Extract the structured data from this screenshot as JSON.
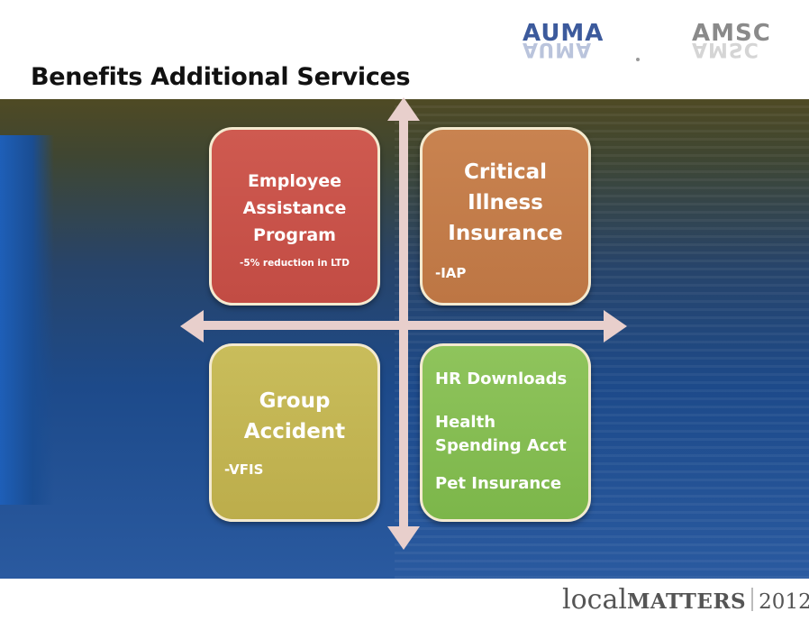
{
  "slide": {
    "title": "Benefits Additional Services"
  },
  "logos": {
    "left": "AUMA",
    "right": "AMSC"
  },
  "quadrants": {
    "top_left": {
      "title_lines": [
        "Employee",
        "Assistance",
        "Program"
      ],
      "note": "-5% reduction in LTD",
      "color": "#c94f47"
    },
    "top_right": {
      "title_lines": [
        "Critical",
        "Illness",
        "Insurance"
      ],
      "note": "-IAP",
      "color": "#c37b48"
    },
    "bottom_left": {
      "title_lines": [
        "Group",
        "Accident"
      ],
      "note": "-VFIS",
      "color": "#c2b552"
    },
    "bottom_right": {
      "lines": [
        "HR Downloads",
        "Health",
        "Spending Acct",
        "Pet Insurance"
      ],
      "color": "#85bd52"
    }
  },
  "footer": {
    "local": "local",
    "matters": "MATTERS",
    "year": "2012"
  }
}
